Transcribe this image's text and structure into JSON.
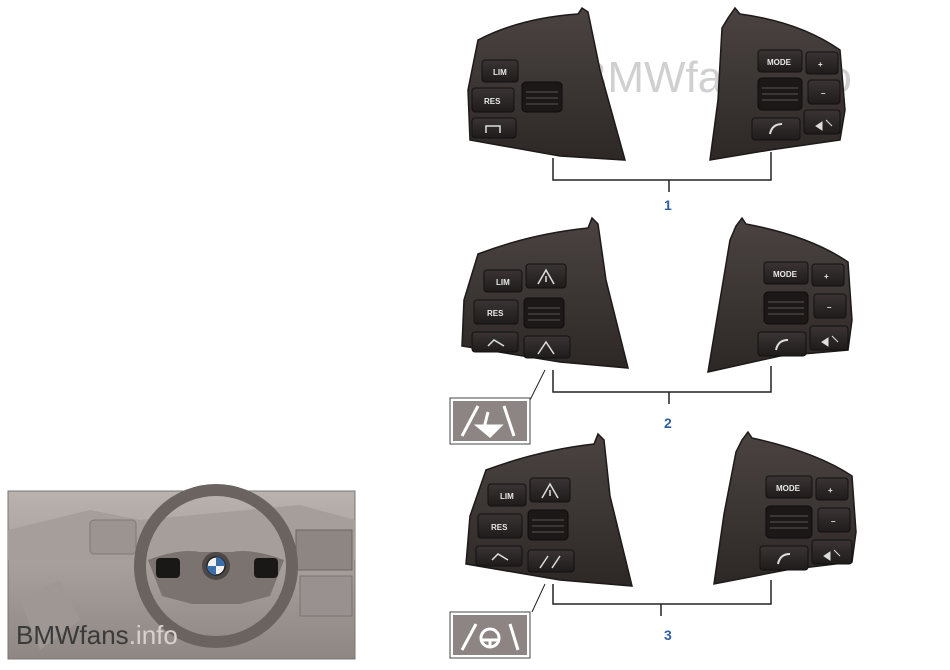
{
  "watermark": {
    "main": "BMWfans.info",
    "thumb_bold": "BMWfans",
    "thumb_light": ".info"
  },
  "colors": {
    "callout": "#2e5fa0",
    "housing": "#3b3533",
    "button": "#2a2625",
    "label": "#e8e8e8"
  },
  "variants": [
    {
      "number": "1",
      "left_buttons": [
        "LIM",
        "RES",
        ""
      ],
      "right_buttons": [
        "MODE",
        "+",
        "–",
        "",
        ""
      ],
      "icons": [
        "speed-limiter-icon",
        "resume-icon",
        "cruise-distance-icon",
        "phone-icon",
        "voice-icon"
      ]
    },
    {
      "number": "2",
      "left_buttons": [
        "LIM",
        "",
        "RES",
        "",
        ""
      ],
      "right_buttons": [
        "MODE",
        "+",
        "–",
        "",
        ""
      ],
      "icons": [
        "lane-departure-icon",
        "lane-assist-icon",
        "phone-icon",
        "voice-icon"
      ],
      "badge": "lane-departure-warning-icon"
    },
    {
      "number": "3",
      "left_buttons": [
        "LIM",
        "",
        "RES",
        "",
        ""
      ],
      "right_buttons": [
        "MODE",
        "+",
        "–",
        "",
        ""
      ],
      "icons": [
        "lane-departure-icon",
        "steering-assist-icon",
        "phone-icon",
        "voice-icon"
      ],
      "badge": "steering-assistant-icon"
    }
  ]
}
